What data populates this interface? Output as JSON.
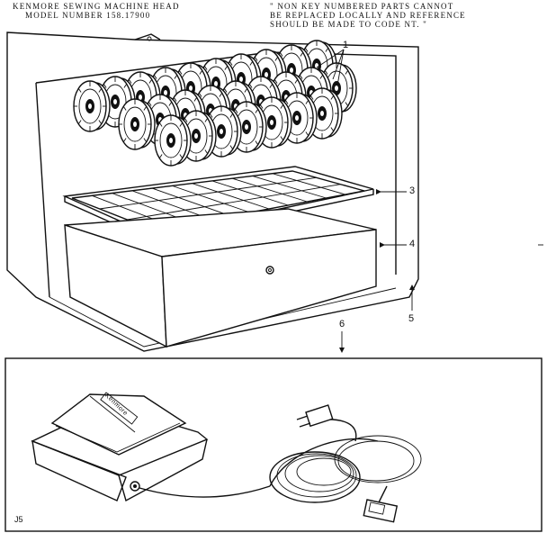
{
  "header": {
    "left_line1": "KENMORE SEWING MACHINE HEAD",
    "left_line2": "MODEL NUMBER 158.17900",
    "note_line1": "\" NON KEY NUMBERED PARTS CANNOT",
    "note_line2": "BE REPLACED LOCALLY AND REFERENCE",
    "note_line3": "SHOULD BE MADE TO CODE NT. \""
  },
  "callouts": {
    "c1": "1",
    "c3": "3",
    "c4": "4",
    "c5": "5",
    "c6": "6"
  },
  "brand_label": "Kenmore",
  "drawing_code": "J5"
}
